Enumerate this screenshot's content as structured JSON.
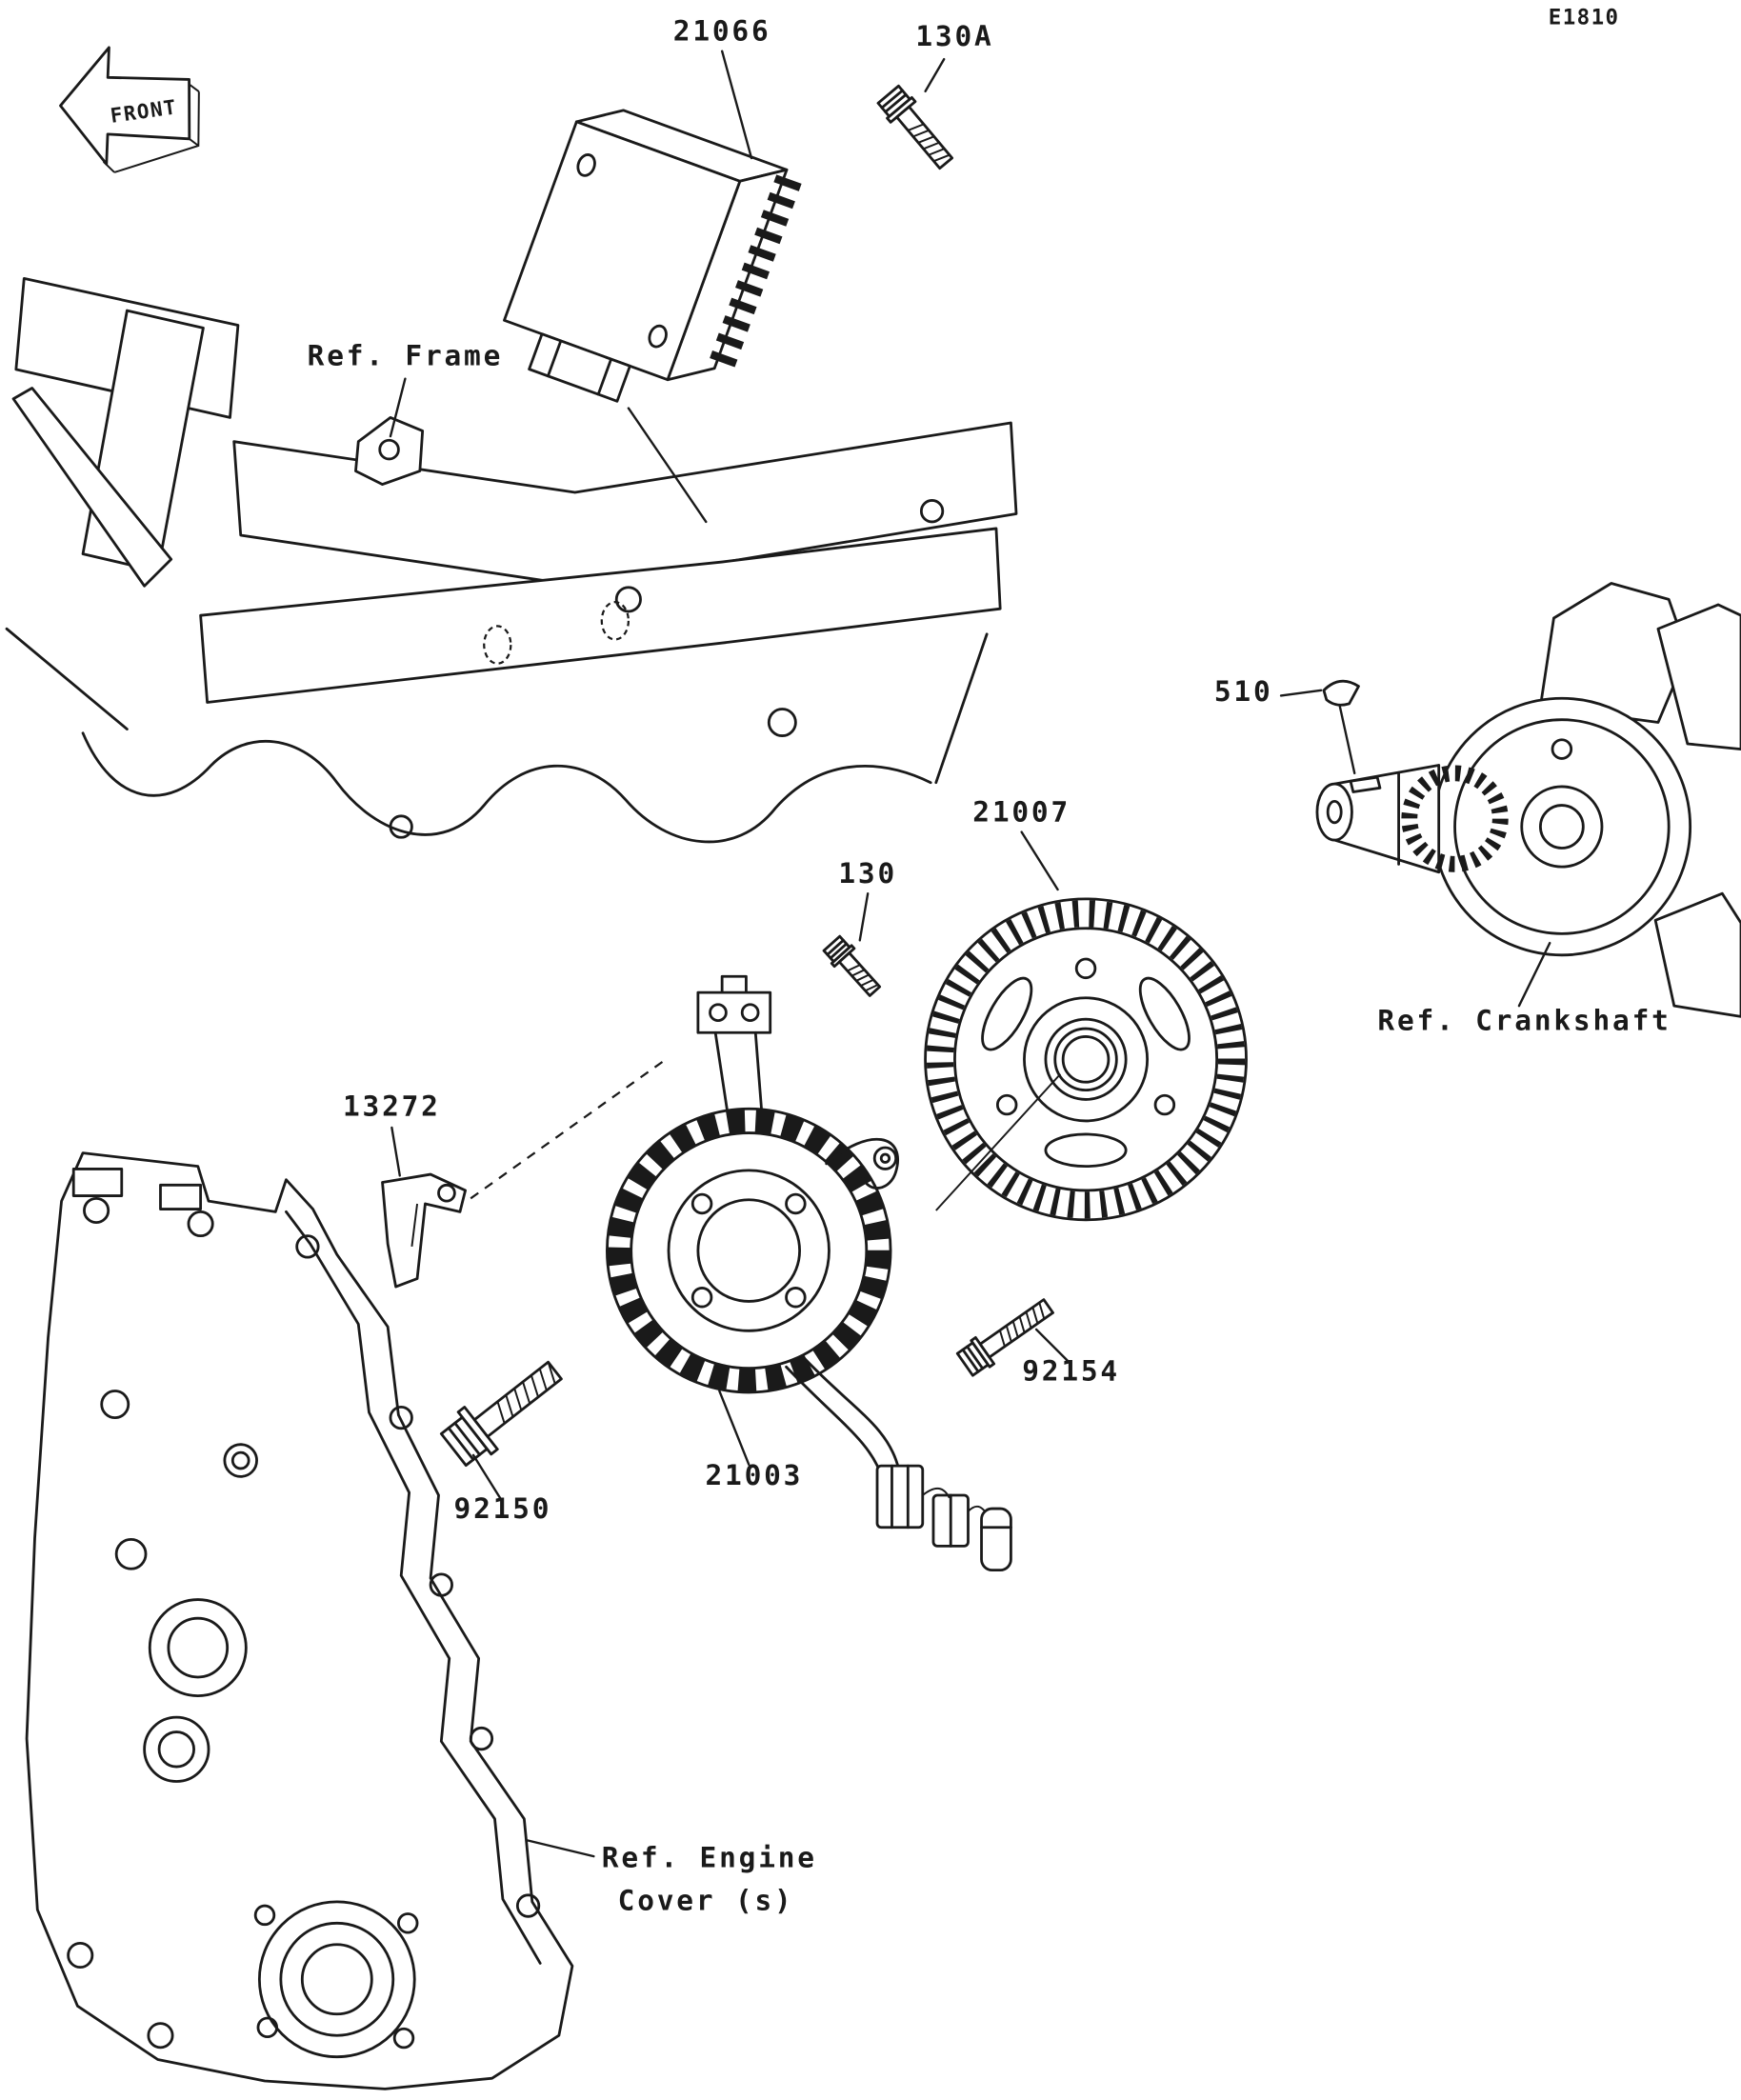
{
  "page": {
    "background_color": "#ffffff",
    "ink_color": "#1a1a1a",
    "sheet_code": "E1810"
  },
  "front_marker": {
    "label": "FRONT"
  },
  "callouts": {
    "regulator": "21066",
    "bolt_130a": "130A",
    "ref_frame": "Ref. Frame",
    "key_510": "510",
    "rotor": "21007",
    "bolt_130": "130",
    "ref_crankshaft": "Ref. Crankshaft",
    "bracket_13272": "13272",
    "bolt_92154": "92154",
    "stator": "21003",
    "bolt_92150": "92150",
    "ref_engine_cover_line1": "Ref. Engine",
    "ref_engine_cover_line2": "Cover (s)"
  },
  "parts": [
    {
      "callout": "21066",
      "name": "voltage-regulator"
    },
    {
      "callout": "130A",
      "name": "regulator-bolt"
    },
    {
      "callout": "21007",
      "name": "generator-rotor"
    },
    {
      "callout": "130",
      "name": "small-bolt"
    },
    {
      "callout": "510",
      "name": "woodruff-key"
    },
    {
      "callout": "13272",
      "name": "plate-bracket"
    },
    {
      "callout": "21003",
      "name": "generator-stator"
    },
    {
      "callout": "92150",
      "name": "flanged-bolt"
    },
    {
      "callout": "92154",
      "name": "rotor-bolt"
    }
  ]
}
